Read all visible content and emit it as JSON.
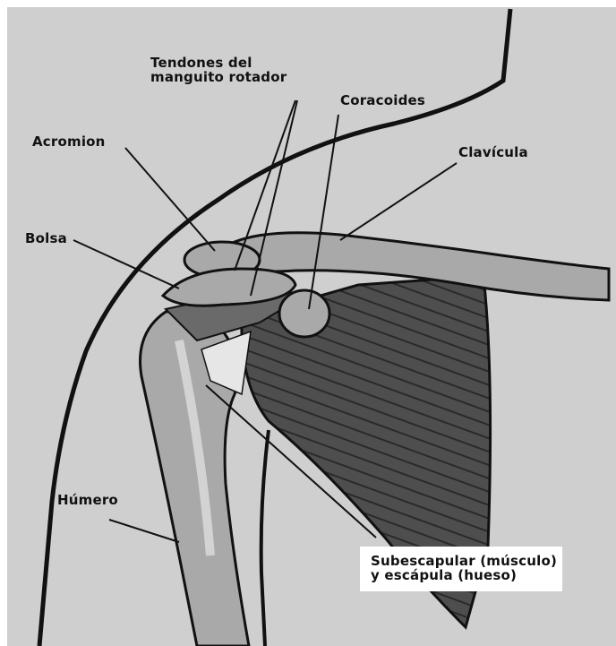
{
  "labels": {
    "rotator_line1": "Tendones del",
    "rotator_line2": "manguito rotador",
    "coracoid": "Coracoides",
    "acromion": "Acromion",
    "clavicle": "Clavícula",
    "bursa": "Bolsa",
    "humerus": "Húmero",
    "subscap_line1": "Subescapular (músculo)",
    "subscap_line2": "y escápula (hueso)"
  },
  "colors": {
    "paper": "#cfcfcf",
    "bone": "#a9a9a9",
    "muscle": "#4e4e4e",
    "outline": "#111111",
    "light": "#e6e6e6"
  }
}
